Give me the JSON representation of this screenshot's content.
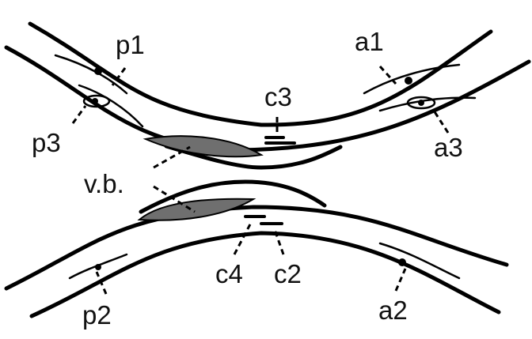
{
  "labels": {
    "p1": "p1",
    "p2": "p2",
    "p3": "p3",
    "a1": "a1",
    "a2": "a2",
    "a3": "a3",
    "c2": "c2",
    "c3": "c3",
    "c4": "c4",
    "vb": "v.b."
  },
  "colors": {
    "outline": "#000000",
    "vitelline_body": "#6f6f6f",
    "background": "#ffffff"
  }
}
